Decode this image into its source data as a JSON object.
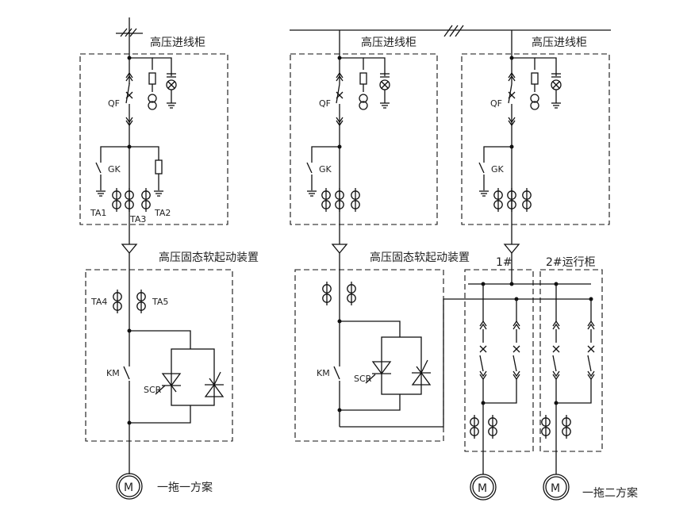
{
  "titles": {
    "incoming_a": "高压进线柜",
    "incoming_b": "高压进线柜",
    "incoming_c": "高压进线柜",
    "softstart_a": "高压固态软起动装置",
    "softstart_b": "高压固态软起动装置",
    "run_cabinet_1": "1#",
    "run_cabinet_2": "2#运行柜"
  },
  "labels": {
    "qf": "QF",
    "gk": "GK",
    "ta1": "TA1",
    "ta2": "TA2",
    "ta3": "TA3",
    "ta4": "TA4",
    "ta5": "TA5",
    "km": "KM",
    "scr": "SCR",
    "motor": "M"
  },
  "captions": {
    "scheme_one": "一拖一方案",
    "scheme_two": "一拖二方案"
  },
  "colors": {
    "line": "#111111",
    "text": "#222222",
    "background": "#ffffff"
  }
}
